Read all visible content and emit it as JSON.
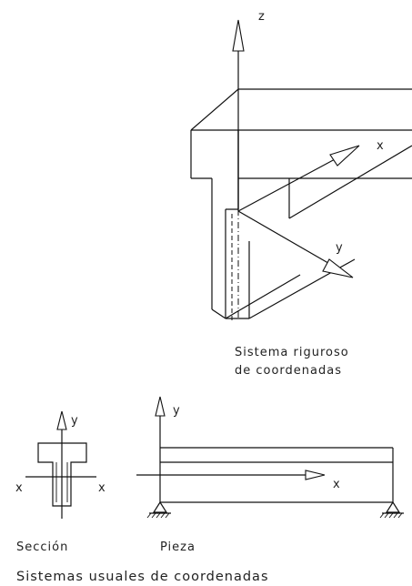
{
  "top_diagram": {
    "axis_z": "z",
    "axis_x": "x",
    "axis_y": "y",
    "caption_line1": "Sistema riguroso",
    "caption_line2": "de coordenadas"
  },
  "section_diagram": {
    "axis_y": "y",
    "axis_x_left": "x",
    "axis_x_right": "x",
    "caption": "Sección"
  },
  "piece_diagram": {
    "axis_y": "y",
    "axis_x": "x",
    "caption": "Pieza"
  },
  "footer_caption": "Sistemas usuales de coordenadas"
}
